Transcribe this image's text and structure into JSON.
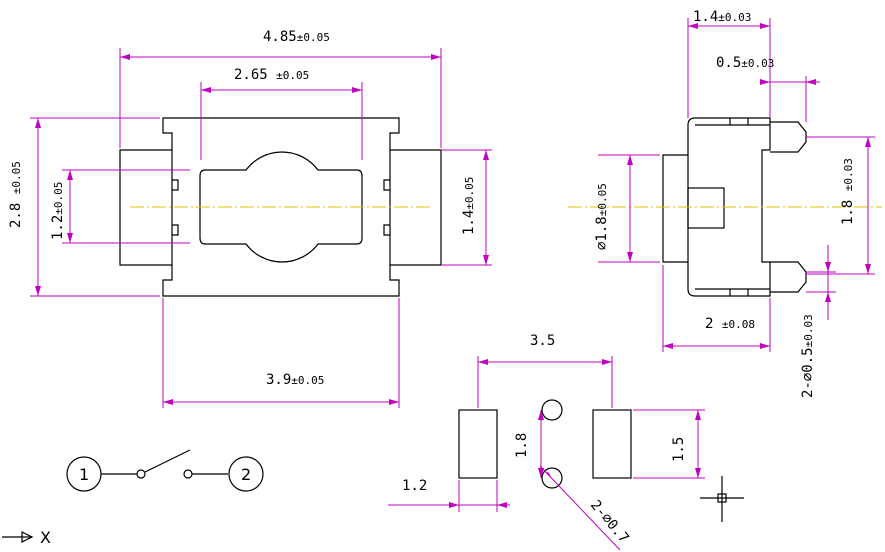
{
  "top_view": {
    "dim_total_width": "4.85",
    "dim_total_width_tol": "±0.05",
    "dim_inner_width": "2.65",
    "dim_inner_width_tol": "±0.05",
    "dim_height": "2.8",
    "dim_height_tol": "±0.05",
    "dim_gap": "1.2",
    "dim_gap_tol": "±0.05",
    "dim_terminal": "1.4",
    "dim_terminal_tol": "±0.05",
    "dim_body_width": "3.9",
    "dim_body_width_tol": "±0.05"
  },
  "side_view": {
    "dim_depth": "1.4",
    "dim_depth_tol": "±0.03",
    "dim_peg": "0.5",
    "dim_peg_tol": "±0.03",
    "dim_plunger": "⌀1.8",
    "dim_plunger_tol": "±0.05",
    "dim_height": "1.8",
    "dim_height_tol": "±0.03",
    "dim_width": "2",
    "dim_width_tol": "±0.08",
    "dim_pegs": "2-⌀0.5",
    "dim_pegs_tol": "±0.03"
  },
  "footprint": {
    "dim_pitch": "3.5",
    "dim_pad_width": "1.2",
    "dim_hole_spacing": "1.8",
    "dim_pad_height": "1.5",
    "dim_holes": "2-⌀0.7"
  },
  "schematic": {
    "terminal_1": "1",
    "terminal_2": "2"
  },
  "axis_label": "X"
}
